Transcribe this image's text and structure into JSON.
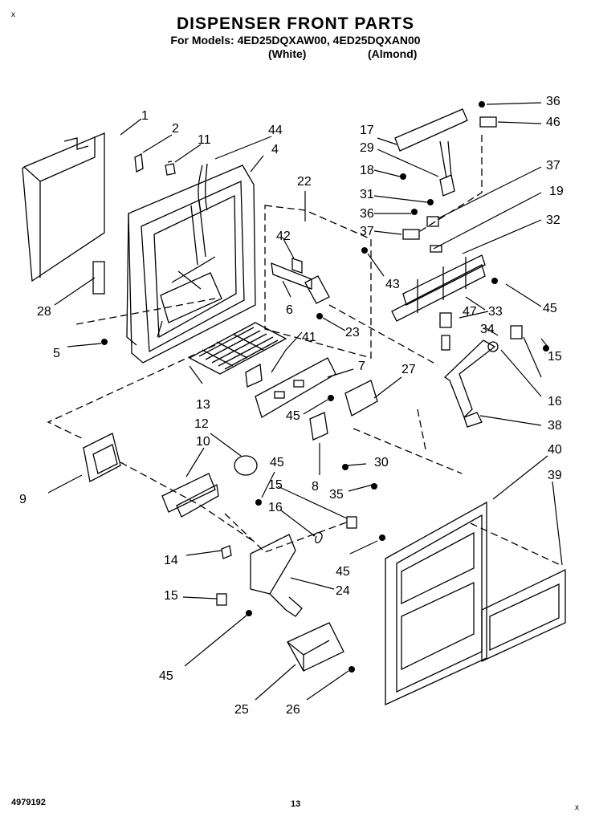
{
  "header": {
    "title": "DISPENSER FRONT PARTS",
    "models_line": "For Models: 4ED25DQXAW00, 4ED25DQXAN00",
    "white": "(White)",
    "almond": "(Almond)"
  },
  "footer": {
    "doc_number": "4979192",
    "page_number": "13"
  },
  "corner_marks": [
    "x",
    "x"
  ],
  "callouts": [
    "1",
    "2",
    "11",
    "44",
    "4",
    "22",
    "17",
    "29",
    "18",
    "31",
    "36",
    "37",
    "42",
    "6",
    "43",
    "28",
    "5",
    "41",
    "23",
    "13",
    "7",
    "27",
    "45",
    "12",
    "10",
    "9",
    "14",
    "15",
    "16",
    "24",
    "45",
    "15",
    "8",
    "30",
    "35",
    "45",
    "25",
    "26",
    "36",
    "46",
    "37",
    "19",
    "32",
    "33",
    "45",
    "47",
    "34",
    "15",
    "16",
    "38",
    "40",
    "39",
    "45"
  ]
}
